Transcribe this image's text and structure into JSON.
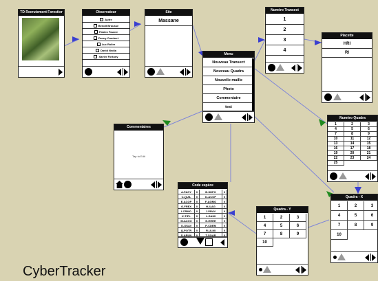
{
  "brand": "CyberTracker",
  "screens": {
    "releve": {
      "title": "TD Recrutement Forestier"
    },
    "observateur": {
      "title": "Observateur",
      "items": [
        "Autre",
        "Benoît Brousse",
        "Fabien Fauvre",
        "Fanny Combert",
        "Luc Rolier",
        "David Nedia",
        "Xavier Fortuny"
      ]
    },
    "site": {
      "title": "Site",
      "items": [
        "Massane"
      ]
    },
    "transect": {
      "title": "Numéro Transect",
      "items": [
        "1",
        "2",
        "3",
        "4"
      ]
    },
    "placette": {
      "title": "Placette",
      "items": [
        "HRI",
        "RI"
      ]
    },
    "menu": {
      "title": "Menu",
      "items": [
        "Nouveau Transect",
        "Nouveau Quadra",
        "Nouvelle maille",
        "Photo",
        "Commentaire",
        "test"
      ]
    },
    "commentaires": {
      "title": "Commentaires",
      "placeholder": "Tap to Edit"
    },
    "quadra_num": {
      "title": "Numéro Quadra",
      "cells": [
        "1",
        "2",
        "3",
        "4",
        "5",
        "6",
        "7",
        "8",
        "9",
        "10",
        "11",
        "12",
        "13",
        "14",
        "15",
        "16",
        "17",
        "18",
        "19",
        "20",
        "21",
        "22",
        "23",
        "24",
        "25"
      ]
    },
    "code_espece": {
      "title": "Code espèce",
      "rows": [
        [
          "A-FAGY",
          "0",
          "B-SHPO",
          "0"
        ],
        [
          "C-QUIL",
          "0",
          "D-ACOP",
          "0"
        ],
        [
          "E-ACOP",
          "0",
          "F-AGMO",
          "0"
        ],
        [
          "G-FREX",
          "0",
          "H-ILAG",
          "0"
        ],
        [
          "I-CRMO",
          "0",
          "J-PRAV",
          "0"
        ],
        [
          "K-TIPL",
          "0",
          "L-SAMI",
          "0"
        ],
        [
          "M-ALGO",
          "0",
          "N-HEHE",
          "0"
        ],
        [
          "O-OSAV",
          "0",
          "P-CDEM",
          "0"
        ],
        [
          "Q-POTR",
          "0",
          "R-ULMI",
          "0"
        ],
        [
          "S-ARUN",
          "0",
          "T-SOAR",
          "0"
        ]
      ]
    },
    "quadra_y": {
      "title": "Quadra - Y",
      "cells": [
        "1",
        "2",
        "3",
        "4",
        "5",
        "6",
        "7",
        "8",
        "9",
        "10"
      ]
    },
    "quadra_x": {
      "title": "Quadra - X",
      "cells": [
        "1",
        "2",
        "3",
        "4",
        "5",
        "6",
        "7",
        "8",
        "9",
        "10"
      ]
    }
  },
  "colors": {
    "board": "#d9d3b2",
    "arrow_blue": "#3a3fd0",
    "arrow_green": "#1f8a1f",
    "link": "#7f86d8"
  }
}
